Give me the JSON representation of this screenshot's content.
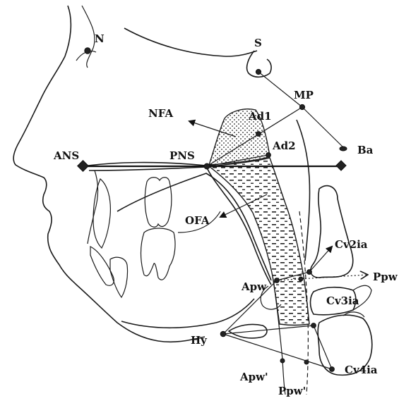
{
  "labels": {
    "N": "N",
    "S": "S",
    "MP": "MP",
    "NFA": "NFA",
    "Ad1": "Ad1",
    "Ad2": "Ad2",
    "Ba": "Ba",
    "ANS": "ANS",
    "PNS": "PNS",
    "OFA": "OFA",
    "Cv2ia": "Cv2ia",
    "Ppw": "Ppw",
    "Apw": "Apw",
    "Cv3ia": "Cv3ia",
    "Hy": "Hy",
    "Apw_prime": "Apw'",
    "Cv4ia": "Cv4ia",
    "Ppw_prime": "Ppw'"
  },
  "colors": {
    "ink": "#1a1a1a",
    "background": "#ffffff"
  }
}
